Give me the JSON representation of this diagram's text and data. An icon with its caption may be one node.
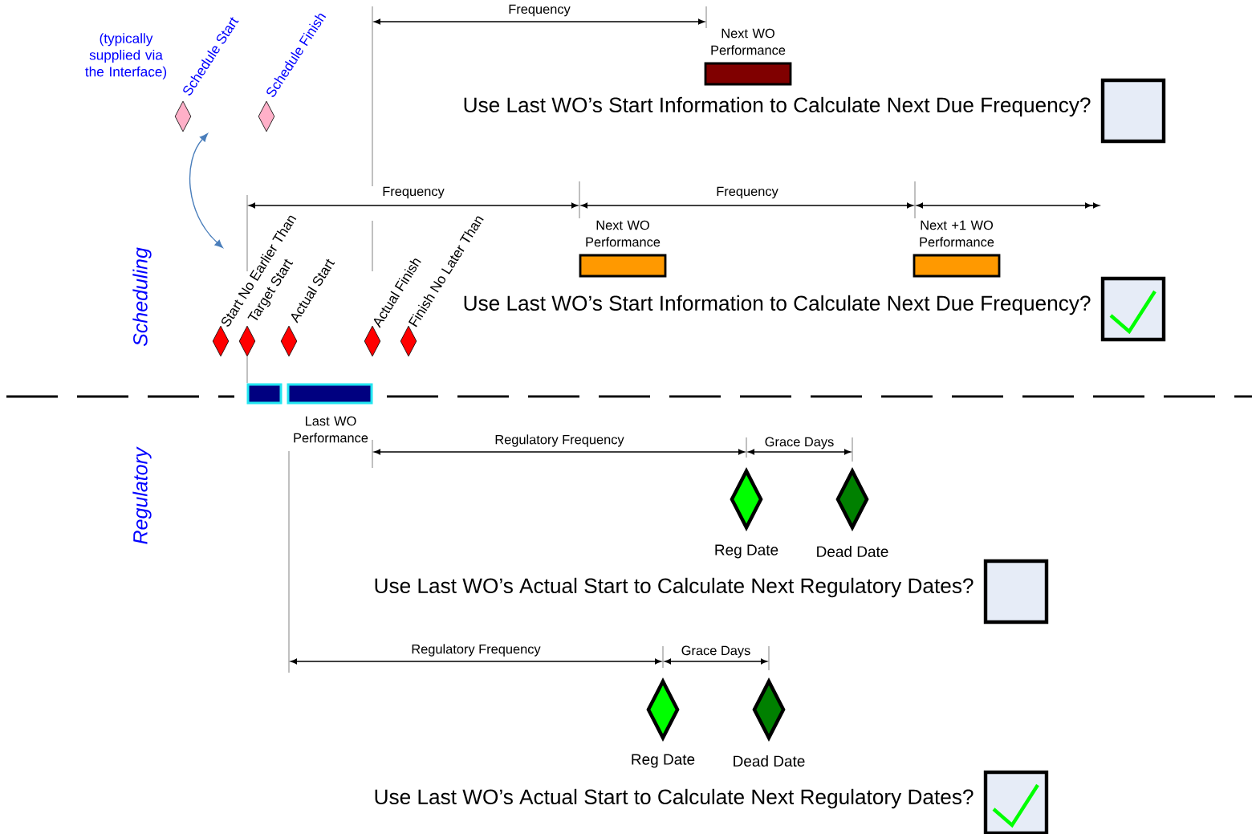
{
  "diagram": {
    "nodes": [
      {
        "text": [],
        "shape": "diamond",
        "beside": [
          "Schedule Start"
        ]
      },
      {
        "text": [],
        "shape": "diamond",
        "beside": [
          "Schedule Finish"
        ]
      },
      {
        "text": [],
        "shape": "bar",
        "beside": [
          "Next WO Performance"
        ]
      },
      {
        "text": [],
        "shape": "box",
        "beside": [
          "Use Last WO’s Start Information to Calculate Next Due Frequency?"
        ]
      },
      {
        "text": [],
        "shape": "bar",
        "beside": [
          "Next WO Performance"
        ]
      },
      {
        "text": [],
        "shape": "bar",
        "beside": [
          "Next +1 WO Performance"
        ]
      },
      {
        "text": [],
        "shape": "checked-box",
        "beside": [
          "Use Last WO’s Start Information to Calculate Next Due Frequency?"
        ]
      },
      {
        "text": [],
        "shape": "diamond",
        "beside": [
          "Start No Earlier Than"
        ]
      },
      {
        "text": [],
        "shape": "diamond",
        "beside": [
          "Target Start"
        ]
      },
      {
        "text": [],
        "shape": "diamond",
        "beside": [
          "Actual Start"
        ]
      },
      {
        "text": [],
        "shape": "diamond",
        "beside": [
          "Actual Finish"
        ]
      },
      {
        "text": [],
        "shape": "diamond",
        "beside": [
          "Finish No Later Than"
        ]
      },
      {
        "text": [],
        "shape": "bar",
        "beside": [
          "Last WO Performance"
        ]
      },
      {
        "text": [],
        "shape": "diamond",
        "beside": [
          "Reg Date"
        ]
      },
      {
        "text": [],
        "shape": "diamond",
        "beside": [
          "Dead Date"
        ]
      },
      {
        "text": [],
        "shape": "box",
        "beside": [
          "Use Last WO’s Actual Start to Calculate Next Regulatory Dates?"
        ]
      },
      {
        "text": [],
        "shape": "diamond",
        "beside": [
          "Reg Date"
        ]
      },
      {
        "text": [],
        "shape": "diamond",
        "beside": [
          "Dead Date"
        ]
      },
      {
        "text": [],
        "shape": "checked-box",
        "beside": [
          "Use Last WO’s Actual Start to Calculate Next Regulatory Dates?"
        ]
      }
    ],
    "edges": [
      {
        "from": 0,
        "to": 7,
        "arrow": "both",
        "color": "#4a7ebb"
      },
      {
        "from": 8,
        "to": 12,
        "arrow": "none",
        "color": "#4c4c4c"
      }
    ],
    "labels": [
      "(typically supplied via the Interface)",
      "Frequency",
      "Frequency",
      "Frequency",
      "Scheduling",
      "Regulatory Frequency",
      "Grace Days",
      "Regulatory",
      "Regulatory Frequency",
      "Grace Days"
    ]
  }
}
